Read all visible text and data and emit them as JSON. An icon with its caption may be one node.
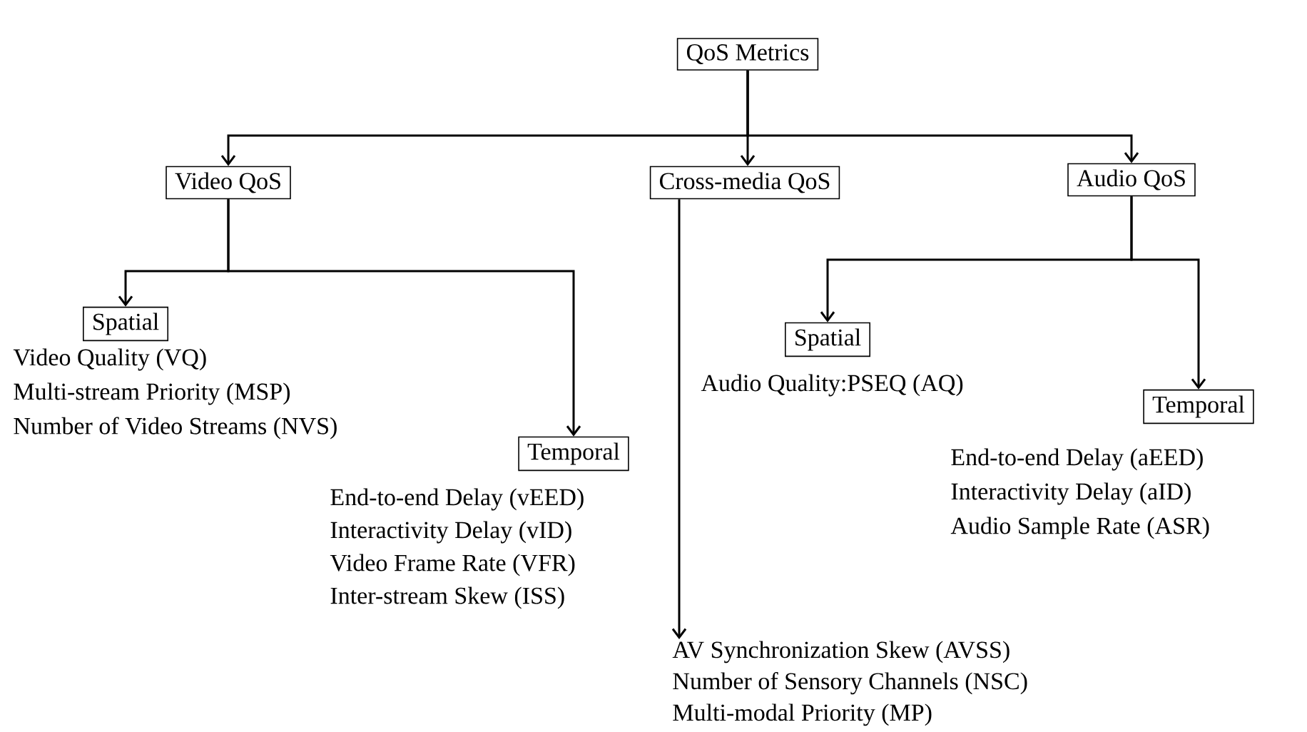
{
  "diagram": {
    "nodes": [
      {
        "text": [
          "QoS Metrics"
        ]
      },
      {
        "text": [
          "Video QoS"
        ]
      },
      {
        "text": [
          "Cross-media QoS"
        ]
      },
      {
        "text": [
          "Audio QoS"
        ]
      },
      {
        "text": [
          "Spatial"
        ],
        "beside": [
          "Video Quality (VQ)",
          "Multi-stream Priority (MSP)",
          "Number of Video Streams (NVS)"
        ]
      },
      {
        "text": [
          "Temporal"
        ],
        "beside": [
          "End-to-end Delay (vEED)",
          "Interactivity Delay (vID)",
          "Video Frame Rate (VFR)",
          "Inter-stream Skew (ISS)"
        ]
      },
      {
        "text": [
          "Spatial"
        ],
        "beside": [
          "Audio Quality:PSEQ (AQ)"
        ]
      },
      {
        "text": [
          "Temporal"
        ],
        "beside": [
          "End-to-end Delay (aEED)",
          "Interactivity Delay (aID)",
          "Audio Sample Rate (ASR)"
        ]
      },
      {
        "text": [
          "AV Synchronization Skew (AVSS)",
          "Number of Sensory Channels (NSC)",
          "Multi-modal Priority (MP)"
        ]
      }
    ],
    "edges": [
      {
        "from": 0,
        "to": 1,
        "arrow": "to"
      },
      {
        "from": 0,
        "to": 2,
        "arrow": "to"
      },
      {
        "from": 0,
        "to": 3,
        "arrow": "to"
      },
      {
        "from": 1,
        "to": 4,
        "arrow": "to"
      },
      {
        "from": 1,
        "to": 5,
        "arrow": "to"
      },
      {
        "from": 3,
        "to": 6,
        "arrow": "to"
      },
      {
        "from": 3,
        "to": 7,
        "arrow": "to"
      },
      {
        "from": 2,
        "to": 8,
        "arrow": "to"
      }
    ]
  }
}
